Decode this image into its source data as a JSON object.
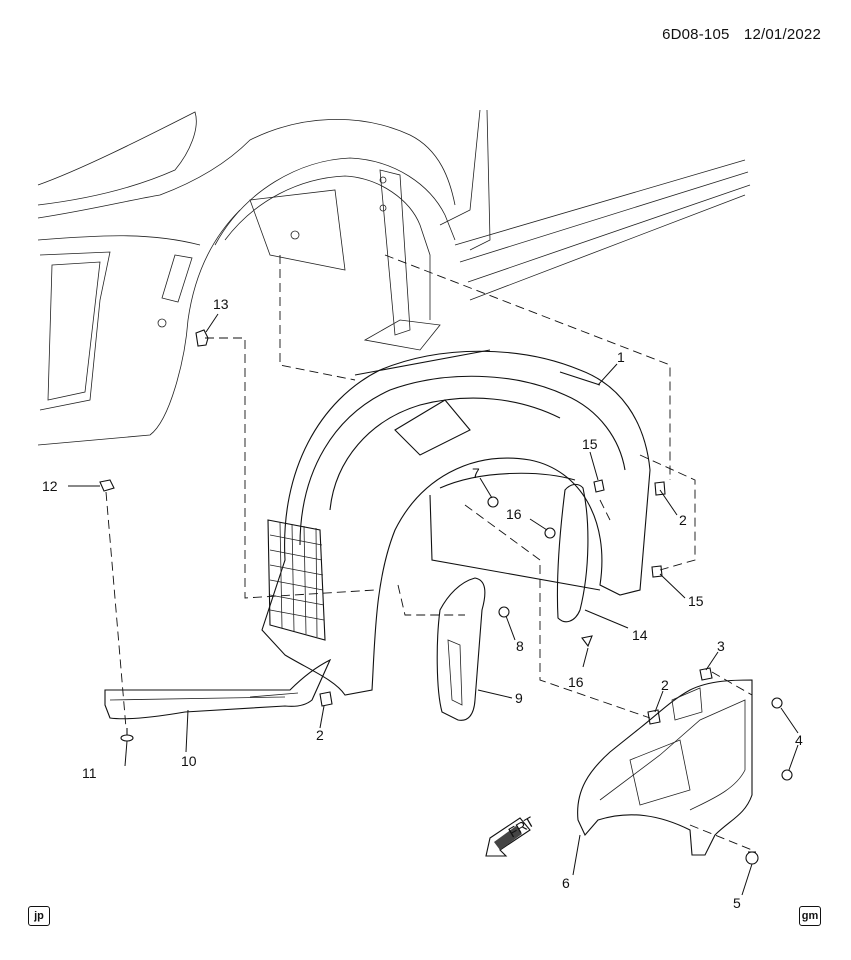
{
  "header": {
    "diagram_code": "6D08-105",
    "date": "12/01/2022"
  },
  "callouts": {
    "c1": "1",
    "c2a": "2",
    "c2b": "2",
    "c2c": "2",
    "c3": "3",
    "c4": "4",
    "c5": "5",
    "c6": "6",
    "c7": "7",
    "c8": "8",
    "c9": "9",
    "c10": "10",
    "c11": "11",
    "c12": "12",
    "c13": "13",
    "c14": "14",
    "c15a": "15",
    "c15b": "15",
    "c16a": "16",
    "c16b": "16"
  },
  "direction_marker": {
    "label": "FRT"
  },
  "badges": {
    "left": "jp",
    "right": "gm"
  }
}
